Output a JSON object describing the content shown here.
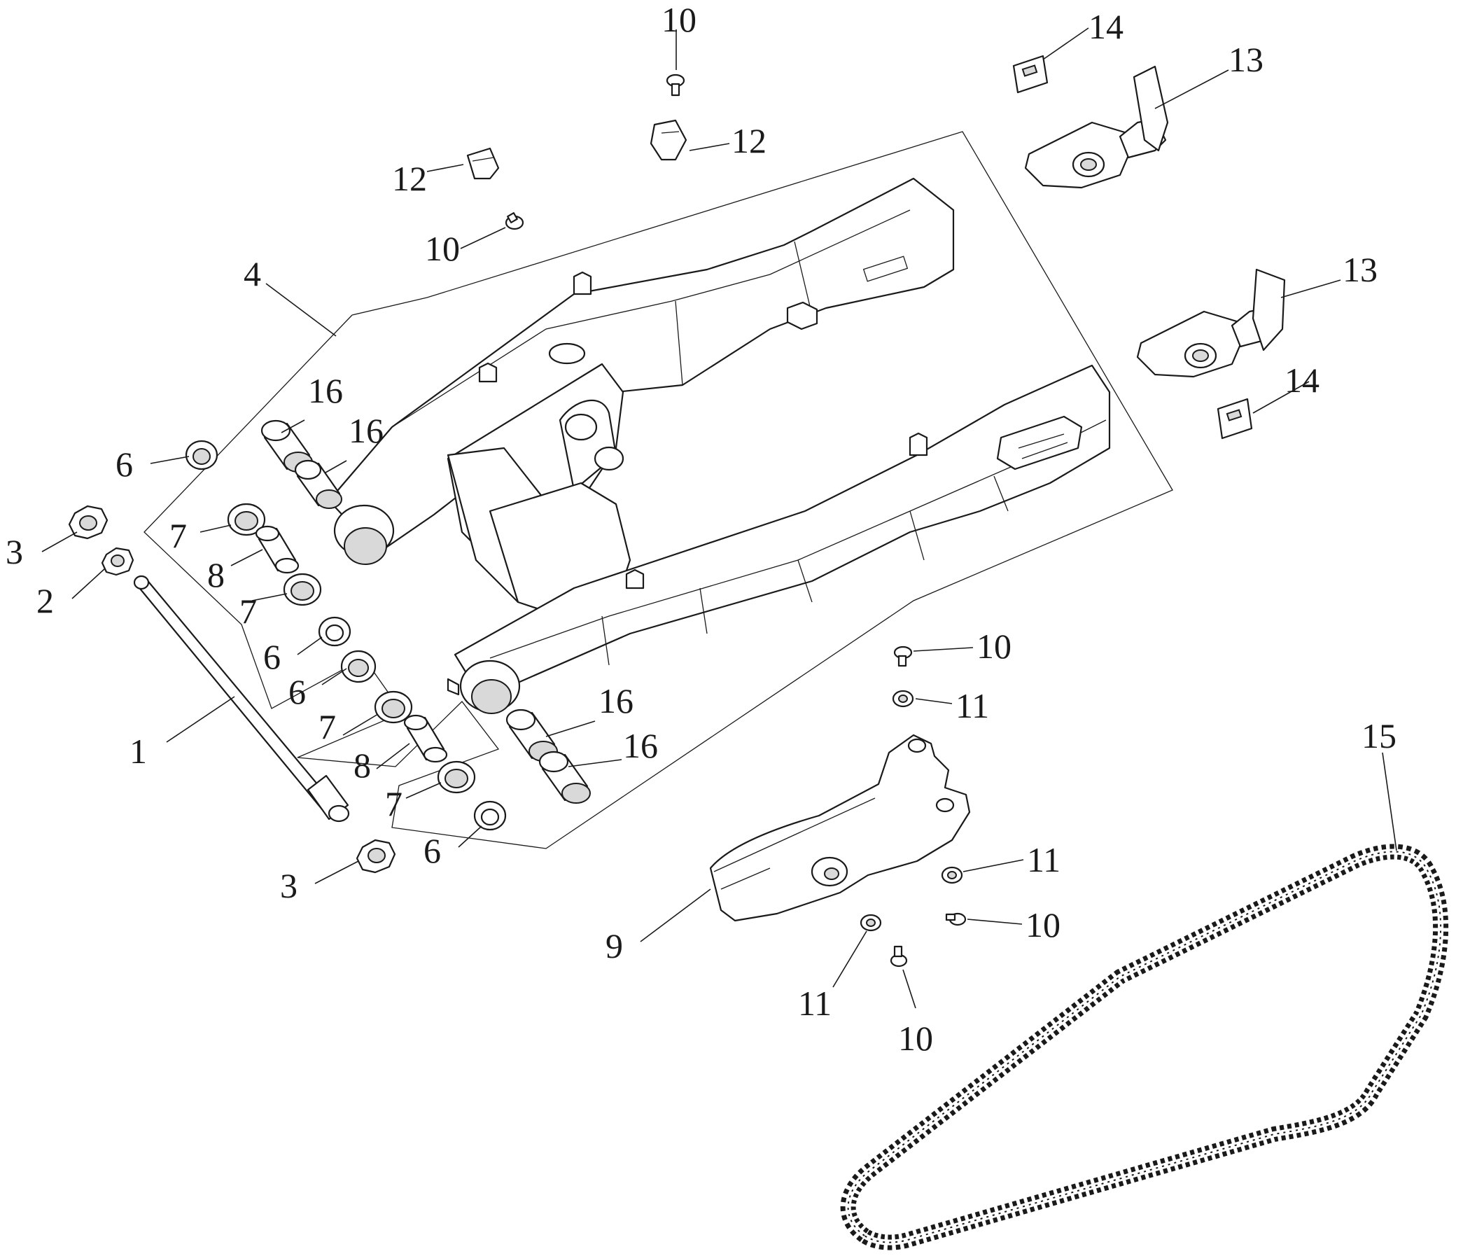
{
  "labels": {
    "l1": "1",
    "l2": "2",
    "l3a": "3",
    "l3b": "3",
    "l4": "4",
    "l6a": "6",
    "l6b": "6",
    "l6c": "6",
    "l6d": "6",
    "l7a": "7",
    "l7b": "7",
    "l7c": "7",
    "l7d": "7",
    "l8a": "8",
    "l8b": "8",
    "l9": "9",
    "l10a": "10",
    "l10b": "10",
    "l10c": "10",
    "l10d": "10",
    "l10e": "10",
    "l11a": "11",
    "l11b": "11",
    "l11c": "11",
    "l12a": "12",
    "l12b": "12",
    "l13a": "13",
    "l13b": "13",
    "l14a": "14",
    "l14b": "14",
    "l15": "15",
    "l16a": "16",
    "l16b": "16",
    "l16c": "16",
    "l16d": "16"
  }
}
